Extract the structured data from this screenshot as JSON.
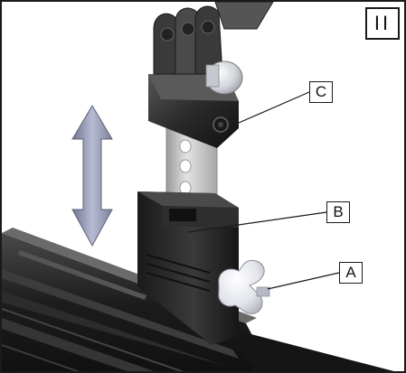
{
  "figure": {
    "step_number": "II",
    "callouts": {
      "a": "A",
      "b": "B",
      "c": "C"
    },
    "colors": {
      "mount_dark": "#2b2b2b",
      "rail_dark": "#1d1d1d",
      "tube_light": "#cfcfcf",
      "knob": "#e6e8ee",
      "arrow": "#8a8ea8"
    }
  }
}
